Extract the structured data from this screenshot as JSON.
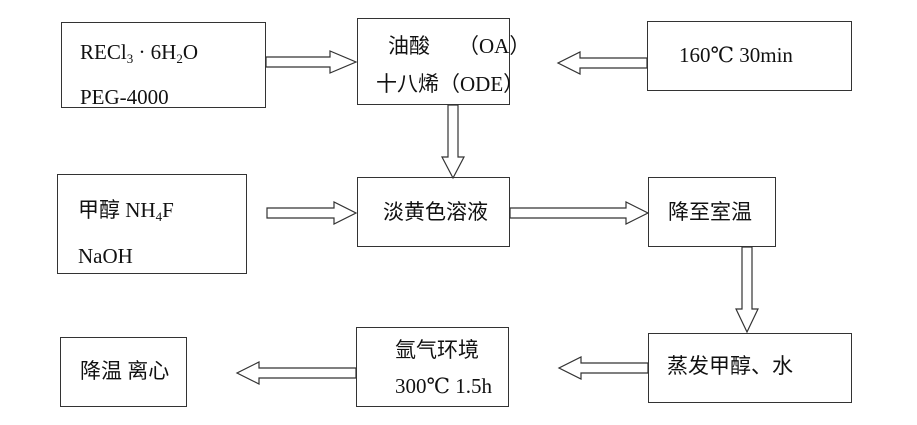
{
  "diagram": {
    "boxes": {
      "reagents": {
        "line1_a": "RECl",
        "line1_sub1": "3",
        "line1_b": " · 6H",
        "line1_sub2": "2",
        "line1_c": "O",
        "line2": "PEG-4000"
      },
      "solvents": {
        "line1_a": "油酸",
        "line1_b": "（OA）",
        "line2": "十八烯（ODE）"
      },
      "heating": {
        "line1": "160℃  30min"
      },
      "methanol_mix": {
        "line1_a": "甲醇  NH",
        "line1_sub": "4",
        "line1_b": "F",
        "line2": "NaOH"
      },
      "yellow_solution": {
        "line1": "淡黄色溶液"
      },
      "cool_room_temp": {
        "line1": "降至室温"
      },
      "evaporate": {
        "line1": "蒸发甲醇、水"
      },
      "argon_heat": {
        "line1": "氩气环境",
        "line2": "300℃  1.5h"
      },
      "cool_centrifuge": {
        "line1": "降温  离心"
      }
    },
    "arrows": [
      {
        "from": "reagents",
        "to": "solvents",
        "direction": "right"
      },
      {
        "from": "heating",
        "to": "solvents",
        "direction": "left"
      },
      {
        "from": "solvents",
        "to": "yellow_solution",
        "direction": "down"
      },
      {
        "from": "methanol_mix",
        "to": "yellow_solution",
        "direction": "right"
      },
      {
        "from": "yellow_solution",
        "to": "cool_room_temp",
        "direction": "right"
      },
      {
        "from": "cool_room_temp",
        "to": "evaporate",
        "direction": "down"
      },
      {
        "from": "evaporate",
        "to": "argon_heat",
        "direction": "left"
      },
      {
        "from": "argon_heat",
        "to": "cool_centrifuge",
        "direction": "left"
      }
    ]
  }
}
